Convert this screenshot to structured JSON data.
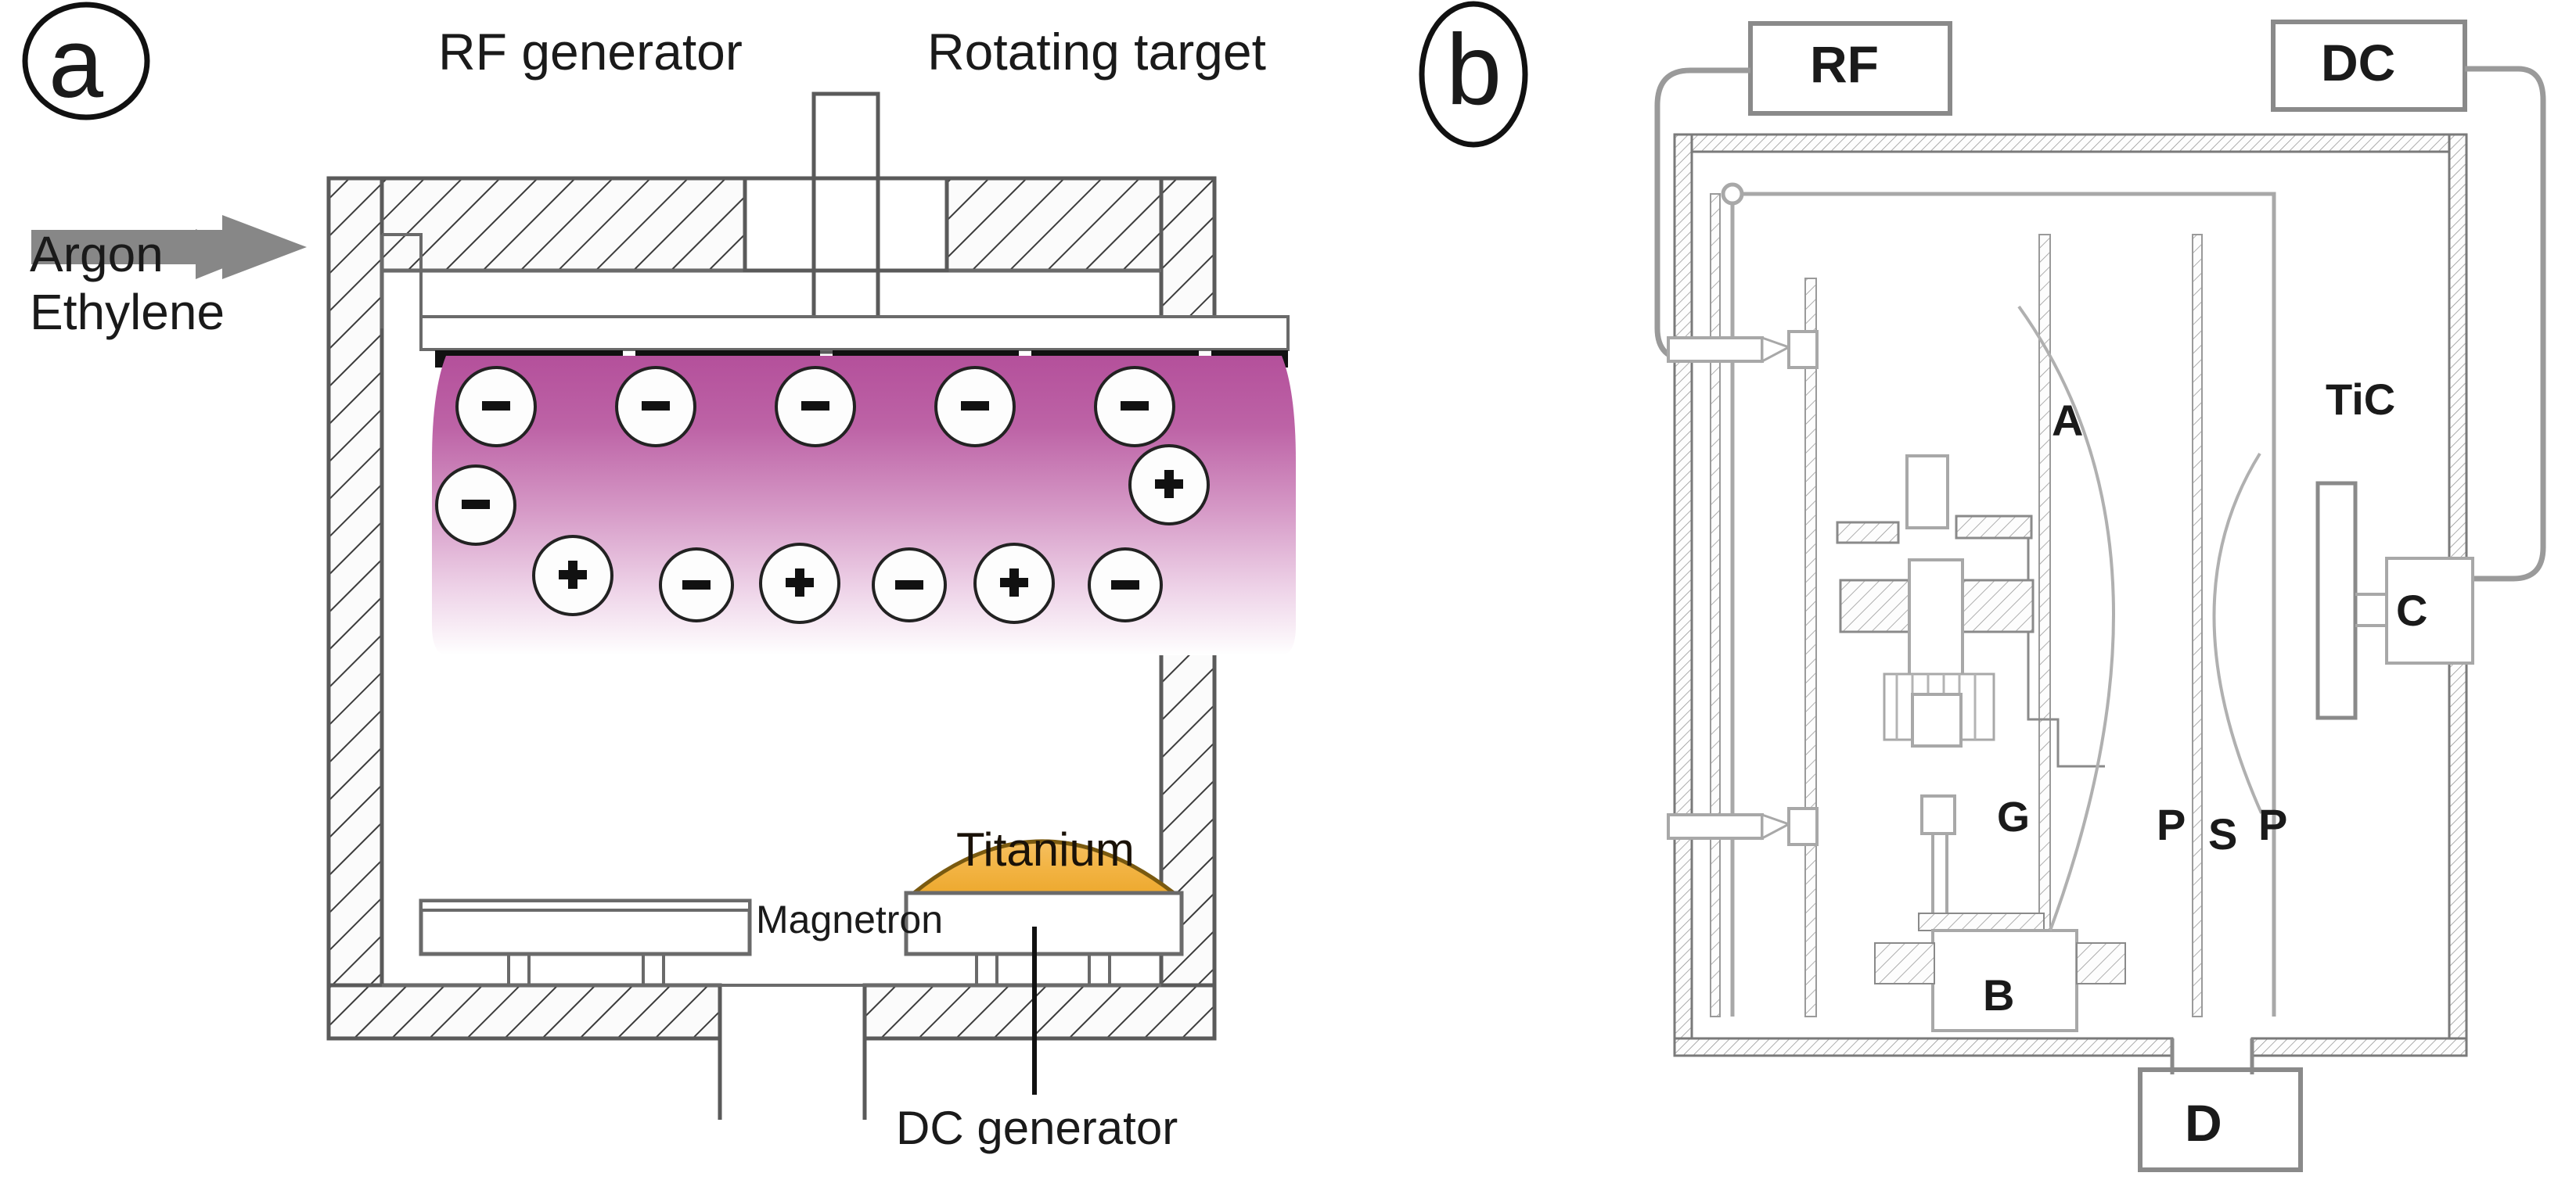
{
  "figure": {
    "type": "diagram",
    "description": "Two-panel schematic of plasma deposition equipment",
    "panels": [
      {
        "tag": "a",
        "title_labels": [
          "RF generator",
          "Rotating target"
        ],
        "labels": {
          "gas_line_1": "Argon",
          "gas_line_2": "Ethylene",
          "rf_generator": "RF generator",
          "rotating_target": "Rotating target",
          "magnetron": "Magnetron",
          "titanium": "Titanium",
          "dc_generator": "DC generator"
        },
        "plasma": {
          "color_top": "#b4509b",
          "color_mid": "#cf8ec0",
          "color_bottom": "#ffffff",
          "ion_rows": [
            {
              "row": 1,
              "count": 5,
              "charges": [
                "-",
                "-",
                "-",
                "-",
                "-"
              ]
            },
            {
              "row": 2,
              "count": 2,
              "charges": [
                "-",
                "+"
              ]
            },
            {
              "row": 3,
              "count": 6,
              "charges": [
                "+",
                "-",
                "+",
                "-",
                "+",
                "-"
              ]
            }
          ],
          "total_ions": 13,
          "negative_count": 9,
          "positive_count": 4
        },
        "colors": {
          "arrow": "#878787",
          "titanium_fill": "#f2b342",
          "titanium_stroke": "#7a5a10",
          "chamber_stroke": "#5a5a5a",
          "hatch_stroke": "#3c3c3c",
          "target_bar": "#111111"
        }
      },
      {
        "tag": "b",
        "labels": {
          "rf_box": "RF",
          "dc_box": "DC",
          "pump_box": "D",
          "anode": "A",
          "plasma_left": "P",
          "plasma_right": "P",
          "substrate": "S",
          "gas_inlet": "G",
          "bias": "B",
          "cathode": "C",
          "coating": "TiC"
        },
        "colors": {
          "box_stroke": "#8a8a8a",
          "wall_stroke": "#7a7a7a",
          "inner_stroke": "#9a9a9a",
          "text": "#111111"
        }
      }
    ]
  }
}
